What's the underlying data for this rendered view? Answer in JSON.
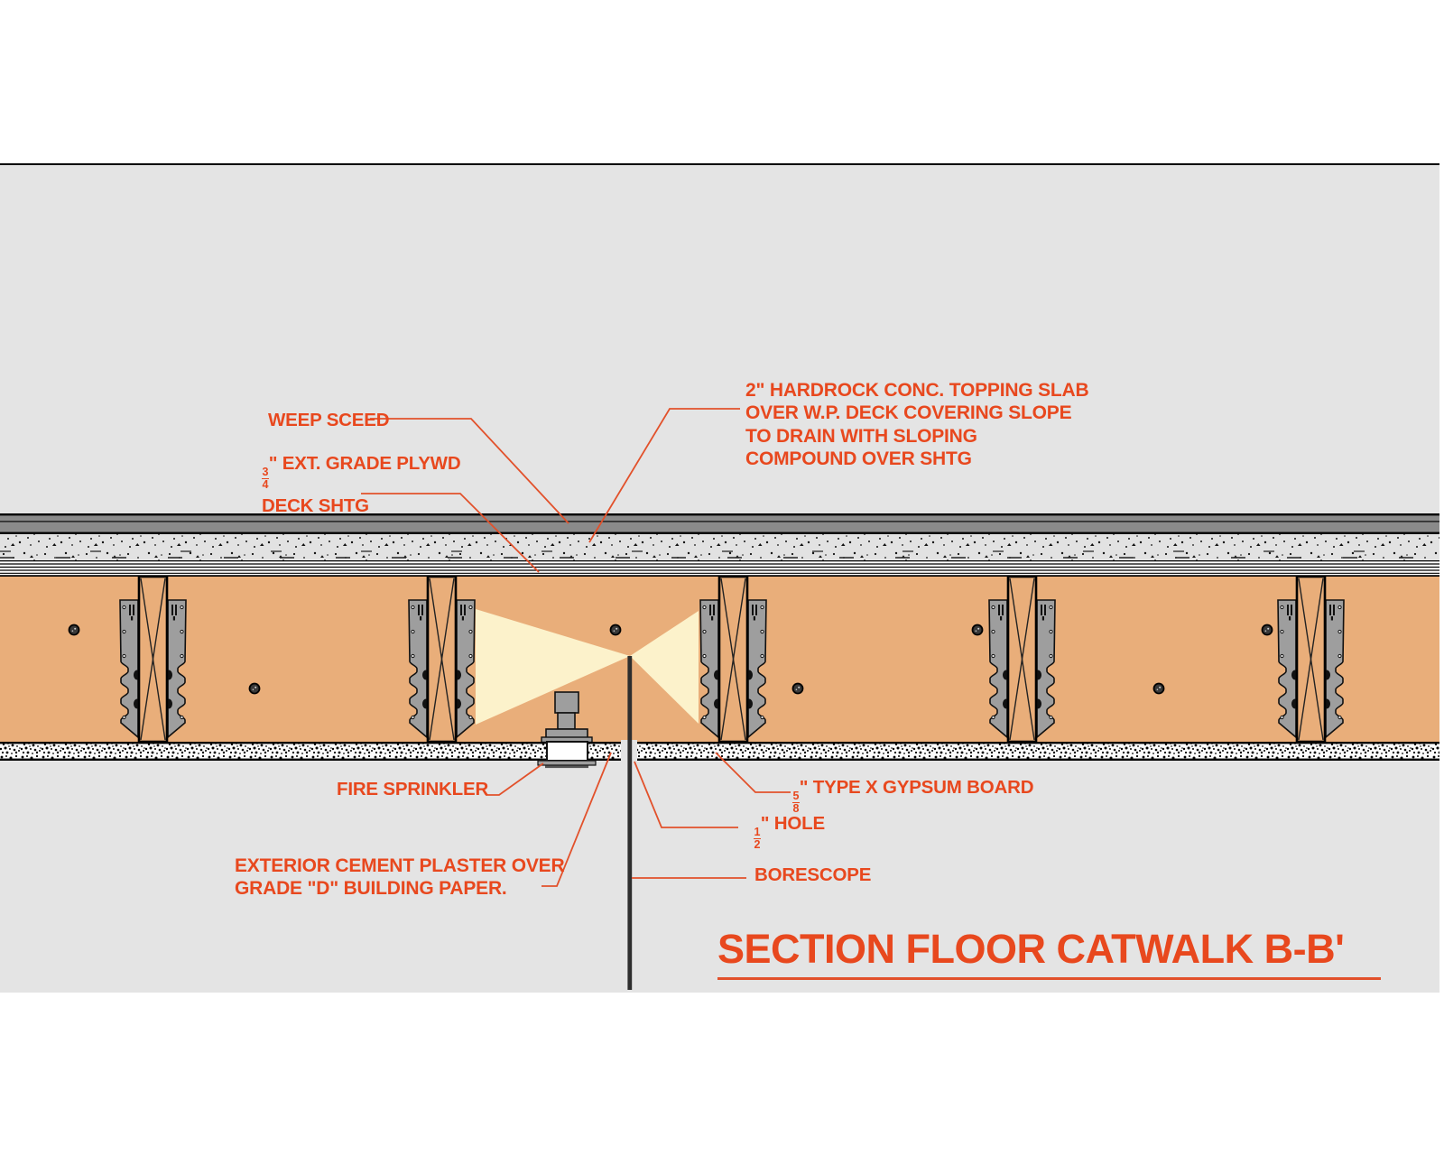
{
  "title": {
    "text": "SECTION FLOOR CATWALK B-B'"
  },
  "annotations": {
    "weep_sceed": {
      "label": "WEEP SCEED"
    },
    "plywood_deck": {
      "frac_num": "3",
      "frac_den": "4",
      "after_frac": "\" EXT. GRADE PLYWD",
      "line2": "DECK SHTG"
    },
    "topping_slab": {
      "lines": [
        "2\" HARDROCK CONC. TOPPING SLAB",
        "OVER W.P. DECK COVERING SLOPE",
        "TO DRAIN WITH SLOPING",
        "COMPOUND OVER SHTG"
      ]
    },
    "fire_sprinkler": {
      "label": "FIRE SPRINKLER"
    },
    "gypsum_board": {
      "frac_num": "5",
      "frac_den": "8",
      "after_frac": "\" TYPE X GYPSUM BOARD"
    },
    "hole": {
      "frac_num": "1",
      "frac_den": "2",
      "after_frac": "\" HOLE"
    },
    "cement_plaster": {
      "lines": [
        "EXTERIOR CEMENT PLASTER OVER",
        "GRADE \"D\" BUILDING PAPER."
      ]
    },
    "borescope": {
      "label": "BORESCOPE"
    }
  },
  "colors": {
    "annotation_text": "#e8481e",
    "leader_line": "#e2512b",
    "cavity_wood": "#e9ae7a",
    "light_cone": "#fcf2cb",
    "hanger_gray": "#9e9e9e",
    "weep_band_gray": "#8a8a8a",
    "background_gray": "#e4e4e4",
    "borescope_probe": "#2e2e2e"
  }
}
